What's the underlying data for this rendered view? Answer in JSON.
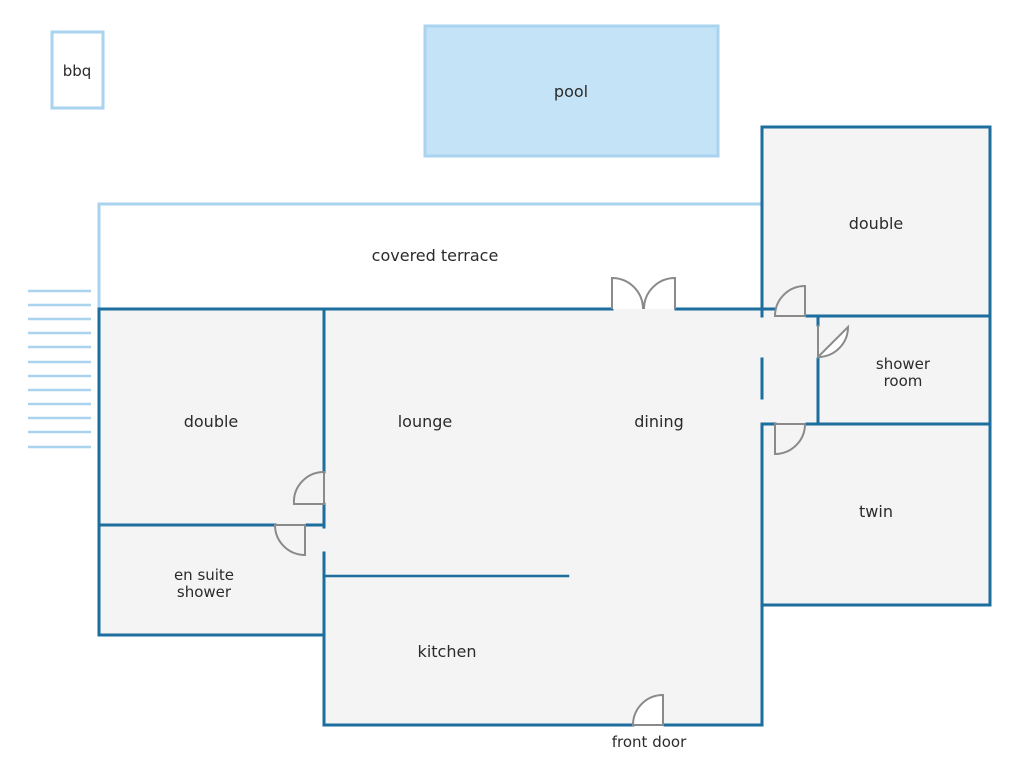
{
  "colors": {
    "wall": "#1b6e9e",
    "light_wall": "#a9d3ef",
    "floor": "#f4f4f4",
    "pool_fill": "#c5e3f6",
    "door": "#8a8a8a",
    "text": "#2b2b2b"
  },
  "labels": {
    "bbq": "bbq",
    "pool": "pool",
    "covered_terrace": "covered terrace",
    "double_left": "double",
    "lounge": "lounge",
    "dining": "dining",
    "double_right": "double",
    "shower_room_line1": "shower",
    "shower_room_line2": "room",
    "twin": "twin",
    "en_suite_line1": "en suite",
    "en_suite_line2": "shower",
    "kitchen": "kitchen",
    "front_door": "front door"
  },
  "icons": {
    "steps": "steps-icon",
    "door": "door-swing-icon"
  }
}
